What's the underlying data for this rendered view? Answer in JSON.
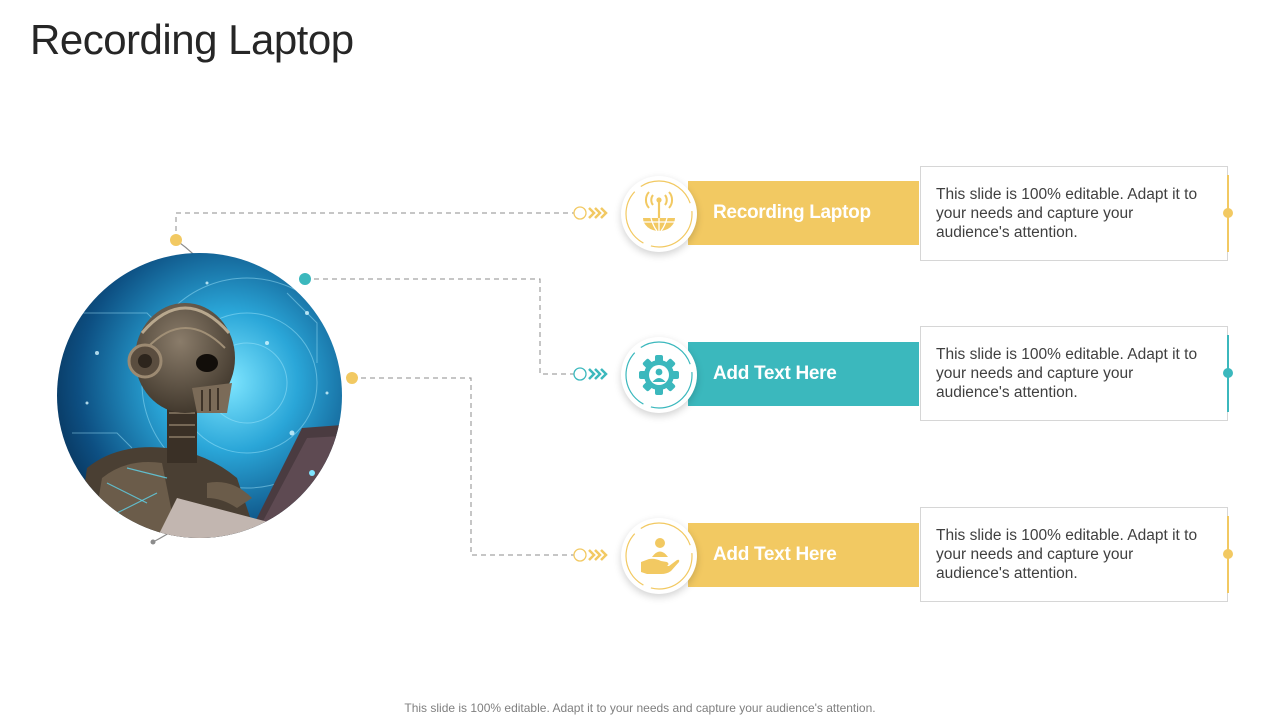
{
  "title": "Recording Laptop",
  "footer": "This slide is 100% editable. Adapt it to your needs and capture your audience's attention.",
  "colors": {
    "yellow": "#f2c962",
    "teal": "#3bb8bd",
    "text": "#262626",
    "gray_line": "#8c8c8c"
  },
  "items": [
    {
      "heading": "Recording Laptop",
      "description": "This slide is 100% editable. Adapt it to your needs and capture your audience's attention.",
      "color": "yellow",
      "icon": "network-globe-icon"
    },
    {
      "heading": "Add Text Here",
      "description": "This slide is 100% editable. Adapt it to your needs and capture your audience's attention.",
      "color": "teal",
      "icon": "gear-user-icon"
    },
    {
      "heading": "Add Text Here",
      "description": "This slide is 100% editable. Adapt it to your needs and capture your audience's attention.",
      "color": "yellow",
      "icon": "hand-user-icon"
    }
  ]
}
